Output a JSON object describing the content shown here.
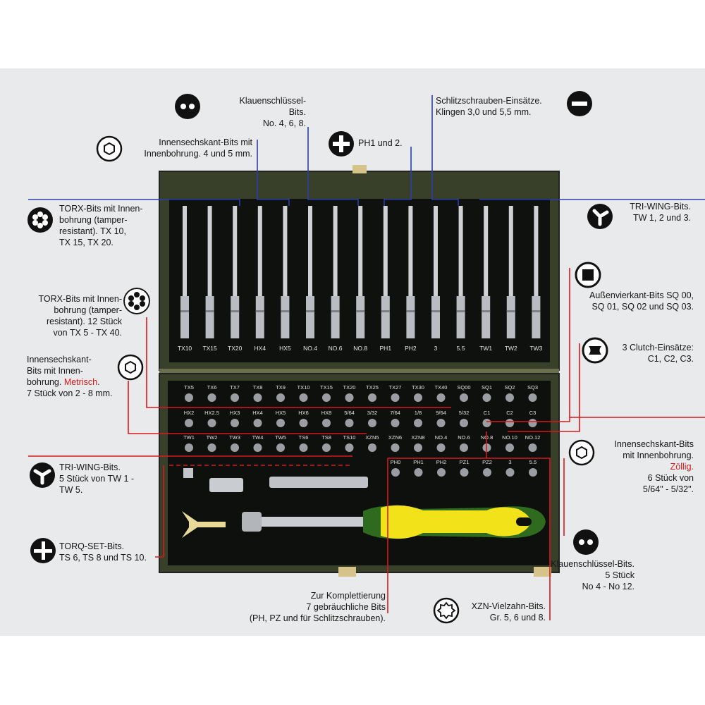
{
  "labels": {
    "klauen_top": [
      "Klauenschlüssel-",
      "Bits.",
      "No. 4, 6, 8."
    ],
    "schlitz": [
      "Schlitzschrauben-Einsätze.",
      "Klingen 3,0 und 5,5 mm."
    ],
    "innensechskant_top": [
      "Innensechskant-Bits mit",
      "Innenbohrung. 4 und 5 mm."
    ],
    "ph": [
      "PH1 und 2."
    ],
    "torx_top": [
      "TORX-Bits mit Innen-",
      "bohrung (tamper-",
      "resistant). TX 10,",
      "TX 15, TX 20."
    ],
    "triwing_top": [
      "TRI-WING-Bits.",
      "TW 1, 2 und 3."
    ],
    "aussenvierkant": [
      "Außenvierkant-Bits SQ 00,",
      "SQ 01, SQ 02 und SQ 03."
    ],
    "torx_mid": [
      "TORX-Bits mit Innen-",
      "bohrung (tamper-",
      "resistant). 12 Stück",
      "von TX 5 - TX 40."
    ],
    "clutch": [
      "3 Clutch-Einsätze:",
      "C1, C2, C3."
    ],
    "innensechskant_metr": {
      "lines": [
        "Innensechskant-",
        "Bits mit Innen-"
      ],
      "line3": "bohrung. ",
      "red": "Metrisch",
      "after": ".",
      "line4": "7 Stück von 2 - 8 mm."
    },
    "innensechskant_zoll": {
      "lines": [
        "Innensechskant-Bits",
        "mit Innenbohrung."
      ],
      "red": "Zöllig.",
      "after": [
        "6 Stück von",
        "5/64\" - 5/32\"."
      ]
    },
    "triwing_bottom": [
      "TRI-WING-Bits.",
      "5 Stück von TW 1 -",
      "TW 5."
    ],
    "torqset": [
      "TORQ-SET-Bits.",
      "TS 6, TS 8 und TS 10."
    ],
    "klauen_bottom": [
      "Klauenschlüssel-Bits.",
      "5 Stück",
      "No 4 - No 12."
    ],
    "komplett": [
      "Zur Komplettierung",
      "7 gebräuchliche Bits",
      "(PH, PZ und für Schlitzschrauben)."
    ],
    "xzn": [
      "XZN-Vielzahn-Bits.",
      "Gr. 5, 6 und 8."
    ]
  },
  "long_bits": [
    "TX10",
    "TX15",
    "TX20",
    "HX4",
    "HX5",
    "NO.4",
    "NO.6",
    "NO.8",
    "PH1",
    "PH2",
    "3",
    "5.5",
    "TW1",
    "TW2",
    "TW3"
  ],
  "rows": {
    "row1": [
      "TX5",
      "TX6",
      "TX7",
      "TX8",
      "TX9",
      "TX10",
      "TX15",
      "TX20",
      "TX25",
      "TX27",
      "TX30",
      "TX40",
      "SQ00",
      "SQ1",
      "SQ2",
      "SQ3"
    ],
    "row2": [
      "HX2",
      "HX2.5",
      "HX3",
      "HX4",
      "HX5",
      "HX6",
      "HX8",
      "5/64",
      "3/32",
      "7/64",
      "1/8",
      "9/64",
      "5/32",
      "C1",
      "C2",
      "C3"
    ],
    "row3": [
      "TW1",
      "TW2",
      "TW3",
      "TW4",
      "TW5",
      "TS6",
      "TS8",
      "TS10",
      "XZN5",
      "XZN6",
      "XZN8",
      "NO.4",
      "NO.6",
      "NO.8",
      "NO.10",
      "NO.12"
    ],
    "row4": [
      "PH0",
      "PH1",
      "PH2",
      "PZ1",
      "PZ2",
      "3",
      "5.5"
    ]
  },
  "icons": [
    "two-dot-icon",
    "slot-icon",
    "hex-icon",
    "cross-icon",
    "torx-icon",
    "tri-wing-icon",
    "square-icon",
    "torx-icon",
    "clutch-icon",
    "hex-icon",
    "hex-icon",
    "tri-wing-icon",
    "torq-set-icon",
    "two-dot-icon",
    "xzn-icon"
  ],
  "colors": {
    "line_blue": "#2c3ea8",
    "line_red": "#d8191d",
    "box": "#101210",
    "lid": "#3a3f2a",
    "handle_yellow": "#f2e21a",
    "handle_green": "#2f6b1e"
  }
}
